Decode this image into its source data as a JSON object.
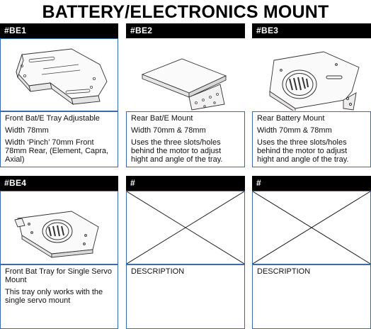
{
  "title": "BATTERY/ELECTRONICS MOUNT",
  "cards": [
    {
      "code": "#BE1",
      "lines": [
        "Front Bat/E Tray Adjustable",
        "Width 78mm",
        "Width ‘Pinch’ 70mm Front 78mm Rear, (Element, Capra, Axial)"
      ]
    },
    {
      "code": "#BE2",
      "lines": [
        "Rear Bat/E Mount",
        "Width 70mm & 78mm",
        "Uses the three slots/holes behind the motor to adjust hight and angle of the tray."
      ]
    },
    {
      "code": "#BE3",
      "lines": [
        "Rear Battery Mount",
        "Width 70mm & 78mm",
        "Uses the three slots/holes behind the motor to adjust hight and angle of the tray."
      ]
    },
    {
      "code": "#BE4",
      "lines": [
        "Front Bat Tray for Single Servo Mount",
        "This tray only works with the single servo mount"
      ]
    },
    {
      "code": "#",
      "lines": [
        "DESCRIPTION"
      ]
    },
    {
      "code": "#",
      "lines": [
        "DESCRIPTION"
      ]
    }
  ]
}
